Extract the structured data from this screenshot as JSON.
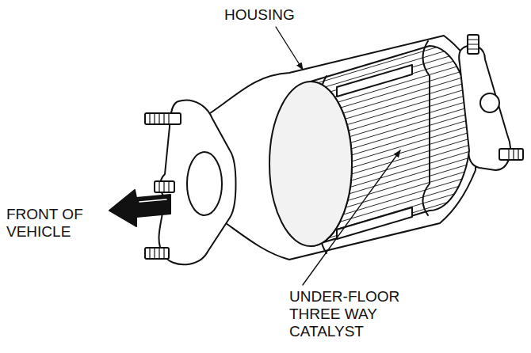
{
  "diagram": {
    "labels": [
      "HOUSING",
      "FRONT OF VEHICLE",
      "UNDER-FLOOR THREE WAY CATALYST"
    ]
  }
}
